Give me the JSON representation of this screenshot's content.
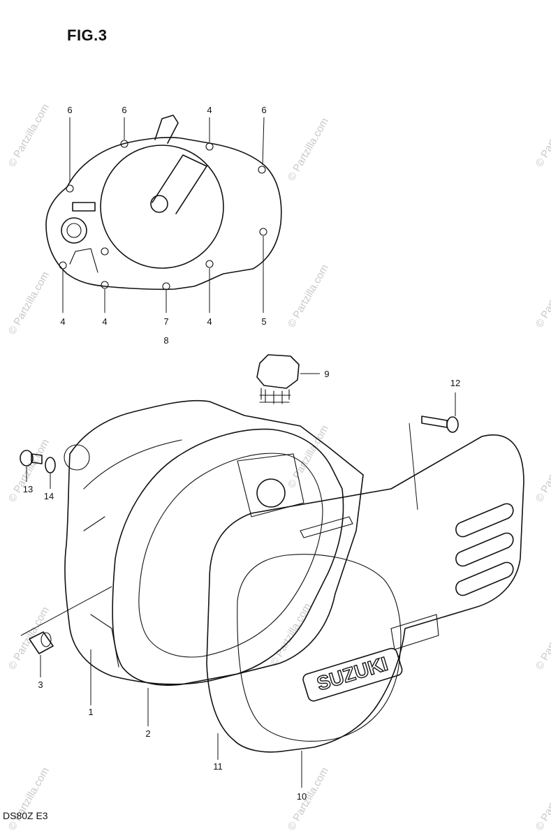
{
  "figure": {
    "title": "FIG.3",
    "model_code": "DS80Z E3",
    "brand_text": "SUZUKI"
  },
  "callouts": [
    {
      "label": "6"
    },
    {
      "label": "6"
    },
    {
      "label": "4"
    },
    {
      "label": "6"
    },
    {
      "label": "4"
    },
    {
      "label": "4"
    },
    {
      "label": "7"
    },
    {
      "label": "8"
    },
    {
      "label": "4"
    },
    {
      "label": "5"
    },
    {
      "label": "9"
    },
    {
      "label": "12"
    },
    {
      "label": "13"
    },
    {
      "label": "14"
    },
    {
      "label": "3"
    },
    {
      "label": "1"
    },
    {
      "label": "2"
    },
    {
      "label": "11"
    },
    {
      "label": "10"
    }
  ],
  "watermark": {
    "text": "© Partzilla.com"
  }
}
